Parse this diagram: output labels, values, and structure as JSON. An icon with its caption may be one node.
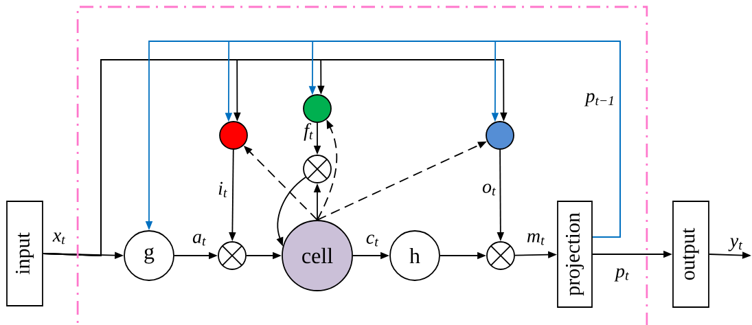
{
  "diagram": {
    "nodes": [
      {
        "text": [
          "input"
        ]
      },
      {
        "text": [
          "g"
        ]
      },
      {
        "text": [],
        "shape": "circle"
      },
      {
        "text": [
          "cell"
        ]
      },
      {
        "text": [
          "h"
        ]
      },
      {
        "text": [],
        "shape": "circle"
      },
      {
        "text": [
          "projection"
        ]
      },
      {
        "text": [
          "output"
        ]
      },
      {
        "text": [],
        "shape": "circle"
      },
      {
        "text": [],
        "shape": "circle"
      },
      {
        "text": [],
        "shape": "circle"
      },
      {
        "text": [],
        "shape": "circle"
      }
    ],
    "edges": [
      {
        "from": 0,
        "to": 1,
        "arrow": "to",
        "label": "x$_{t}$"
      },
      {
        "from": 0,
        "to": 8,
        "arrow": "to"
      },
      {
        "from": 0,
        "to": 9,
        "arrow": "to"
      },
      {
        "from": 0,
        "to": 11,
        "arrow": "to"
      },
      {
        "from": 6,
        "to": 1,
        "arrow": "to",
        "color": "#0070c0",
        "label": "p$_{t−1}$"
      },
      {
        "from": 6,
        "to": 8,
        "arrow": "to",
        "color": "#0070c0"
      },
      {
        "from": 6,
        "to": 9,
        "arrow": "to",
        "color": "#0070c0"
      },
      {
        "from": 6,
        "to": 11,
        "arrow": "to",
        "color": "#0070c0"
      },
      {
        "from": 1,
        "to": 2,
        "arrow": "to",
        "label": "a$_{t}$"
      },
      {
        "from": 8,
        "to": 2,
        "arrow": "to",
        "label": "i$_{t}$"
      },
      {
        "from": 2,
        "to": 3,
        "arrow": "to"
      },
      {
        "from": 3,
        "to": 4,
        "arrow": "to",
        "label": "c$_{t}$"
      },
      {
        "from": 4,
        "to": 5,
        "arrow": "to"
      },
      {
        "from": 11,
        "to": 5,
        "arrow": "to",
        "label": "o$_{t}$"
      },
      {
        "from": 5,
        "to": 6,
        "arrow": "to",
        "label": "m$_{t}$"
      },
      {
        "from": 6,
        "to": 7,
        "arrow": "to",
        "label": "p$_{t}$"
      },
      {
        "from": 7,
        "to": null,
        "arrow": "to",
        "label": "y$_{t}$"
      },
      {
        "from": 9,
        "to": 10,
        "arrow": "to",
        "label": "f$_{t}$"
      },
      {
        "from": 3,
        "to": 10,
        "arrow": "to"
      },
      {
        "from": 10,
        "to": 3,
        "arrow": "to"
      },
      {
        "from": 3,
        "to": 8,
        "arrow": "to",
        "style": "dashed"
      },
      {
        "from": 3,
        "to": 9,
        "arrow": "to",
        "style": "dashed"
      },
      {
        "from": 3,
        "to": 11,
        "arrow": "to",
        "style": "dashed"
      }
    ]
  }
}
